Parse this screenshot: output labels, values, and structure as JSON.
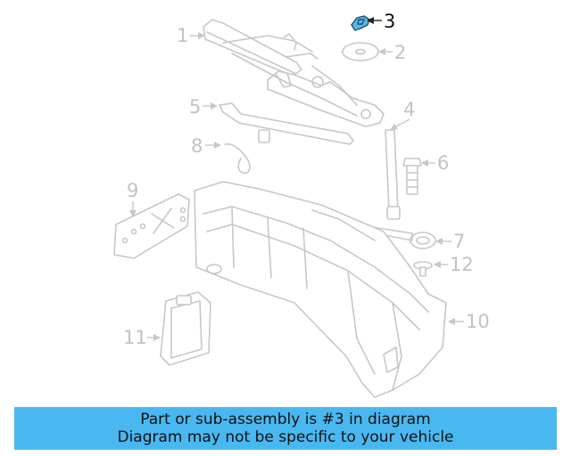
{
  "diagram": {
    "callouts": [
      {
        "id": "1",
        "label": "1"
      },
      {
        "id": "2",
        "label": "2"
      },
      {
        "id": "3",
        "label": "3"
      },
      {
        "id": "4",
        "label": "4"
      },
      {
        "id": "5",
        "label": "5"
      },
      {
        "id": "6",
        "label": "6"
      },
      {
        "id": "7",
        "label": "7"
      },
      {
        "id": "8",
        "label": "8"
      },
      {
        "id": "9",
        "label": "9"
      },
      {
        "id": "10",
        "label": "10"
      },
      {
        "id": "11",
        "label": "11"
      },
      {
        "id": "12",
        "label": "12"
      }
    ],
    "highlighted_part": "3",
    "highlight_color": "#5bb8e8",
    "line_color": "#c7c7c7"
  },
  "banner": {
    "line1": "Part or sub-assembly is #3 in diagram",
    "line2": "Diagram may not be specific to your vehicle",
    "background": "#4ab8f0"
  }
}
